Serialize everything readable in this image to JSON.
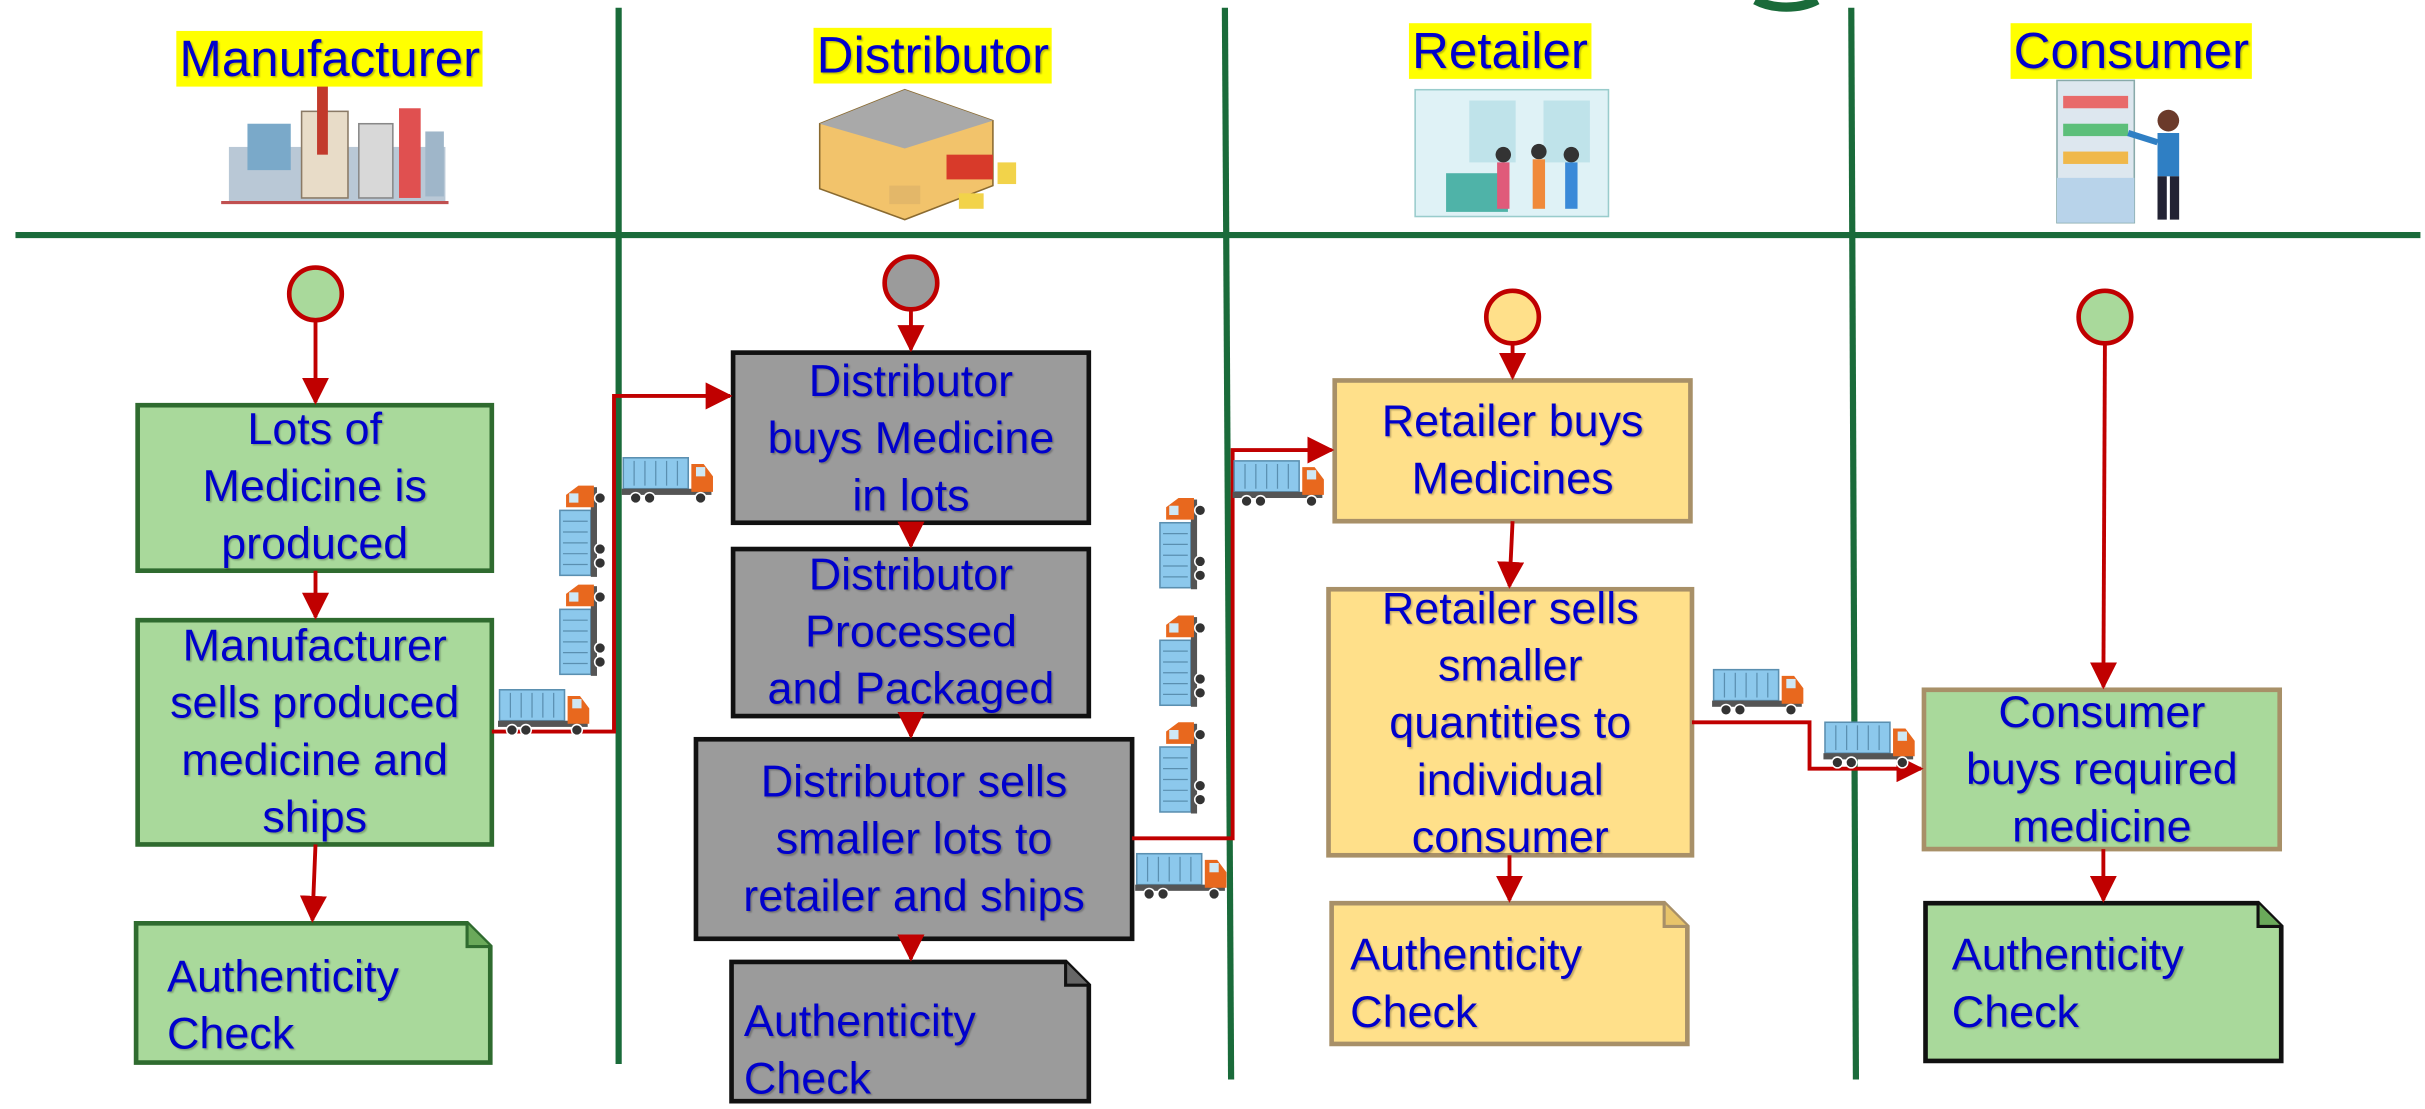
{
  "colors": {
    "lane_line": "#1a6b3a",
    "arrow": "#c00000",
    "green_fill": "#a9d99b",
    "gray_fill": "#9b9b9b",
    "yellow_fill": "#ffe08a",
    "text": "#0000cc",
    "header_bg": "#ffff00"
  },
  "lanes": [
    {
      "name": "Manufacturer",
      "icon": "factory-icon"
    },
    {
      "name": "Distributor",
      "icon": "warehouse-icon"
    },
    {
      "name": "Retailer",
      "icon": "pharmacy-store-icon"
    },
    {
      "name": "Consumer",
      "icon": "consumer-shelf-icon"
    }
  ],
  "manufacturer": {
    "produce": [
      "Lots of",
      "Medicine is",
      "produced"
    ],
    "sell": [
      "Manufacturer",
      "sells produced",
      "medicine and",
      "ships"
    ],
    "check": [
      "Authenticity",
      "Check"
    ]
  },
  "distributor": {
    "buy": [
      "Distributor",
      "buys Medicine",
      "in lots"
    ],
    "process": [
      "Distributor",
      "Processed",
      "and Packaged"
    ],
    "sell": [
      "Distributor sells",
      "smaller lots to",
      "retailer and ships"
    ],
    "check": [
      "Authenticity",
      "Check"
    ]
  },
  "retailer": {
    "buy": [
      "Retailer buys",
      "Medicines"
    ],
    "sell": [
      "Retailer sells",
      "smaller",
      "quantities to",
      "individual",
      "consumer"
    ],
    "check": [
      "Authenticity",
      "Check"
    ]
  },
  "consumer": {
    "buy": [
      "Consumer",
      "buys required",
      "medicine"
    ],
    "check": [
      "Authenticity",
      "Check"
    ]
  },
  "transport_icon": "delivery-truck-icon"
}
